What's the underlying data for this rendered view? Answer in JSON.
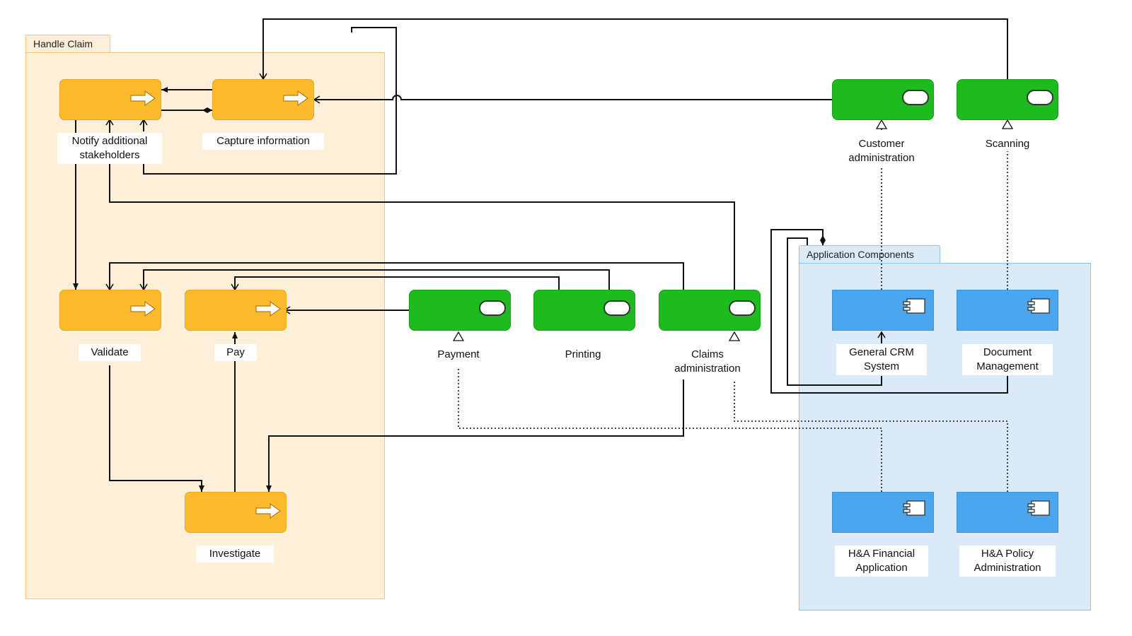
{
  "groups": {
    "handle_claim": "Handle Claim",
    "application_components": "Application Components"
  },
  "processes": {
    "notify": "Notify additional stakeholders",
    "capture": "Capture information",
    "validate": "Validate",
    "pay": "Pay",
    "investigate": "Investigate"
  },
  "services": {
    "customer_admin": "Customer administration",
    "scanning": "Scanning",
    "payment": "Payment",
    "printing": "Printing",
    "claims_admin": "Claims administration"
  },
  "components": {
    "crm": "General CRM System",
    "document_mgmt": "Document Management",
    "financial": "H&A Financial Application",
    "policy_admin": "H&A Policy Administration"
  },
  "colors": {
    "process": "#fdba2c",
    "service": "#1dbb1d",
    "component": "#4aa7ef",
    "handle_group": "#fdefd8",
    "app_group": "#dbeaf8"
  },
  "icons": {
    "process": "arrow-right-icon",
    "service": "service-pill-icon",
    "component": "component-icon"
  }
}
